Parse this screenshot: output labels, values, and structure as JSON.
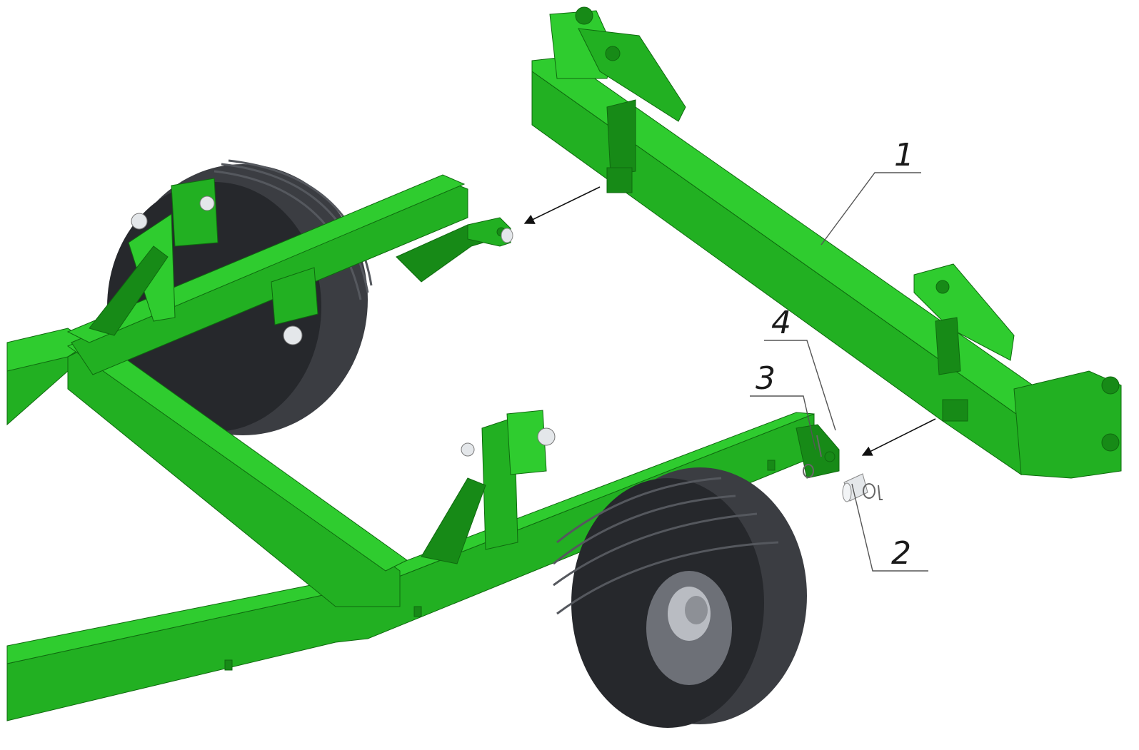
{
  "colors": {
    "frame_light": "#2fcc2f",
    "frame_mid": "#22b022",
    "frame_dark": "#178a17",
    "tire": "#3b3d42",
    "tire_dark": "#26282c",
    "hub": "#b9bcc2",
    "pin": "#e4e7ea",
    "background": "#ffffff"
  },
  "callouts": [
    {
      "id": "1",
      "label": "1"
    },
    {
      "id": "2",
      "label": "2"
    },
    {
      "id": "3",
      "label": "3"
    },
    {
      "id": "4",
      "label": "4"
    }
  ]
}
